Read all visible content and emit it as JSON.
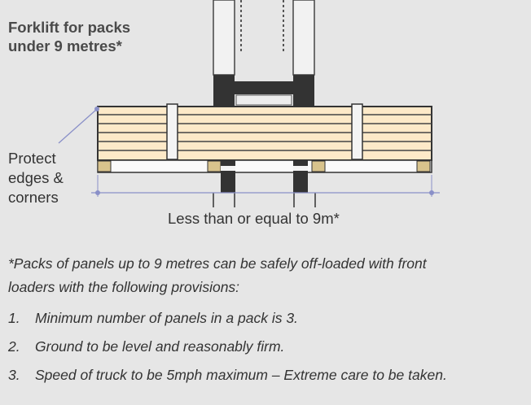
{
  "title_lines": [
    "Forklift for packs",
    "under 9 metres*"
  ],
  "protect_lines": [
    "Protect",
    "edges &",
    "corners"
  ],
  "dimension_label": "Less than or equal to 9m*",
  "intro_lines": [
    "*Packs of panels up to 9 metres can be safely off-loaded with front",
    "loaders with the following provisions:"
  ],
  "provisions": [
    {
      "num": "1.",
      "text": "Minimum number of panels in a pack is 3."
    },
    {
      "num": "2.",
      "text": "Ground to be level and reasonably firm."
    },
    {
      "num": "3.",
      "text": "Speed of truck to be 5mph maximum – Extreme care to be taken."
    }
  ],
  "colors": {
    "background": "#e6e6e6",
    "panel_fill": "#fde9c8",
    "mast_dark": "#333333",
    "dimension_line": "#8a90c8",
    "dunnage": "#d8c38c"
  }
}
